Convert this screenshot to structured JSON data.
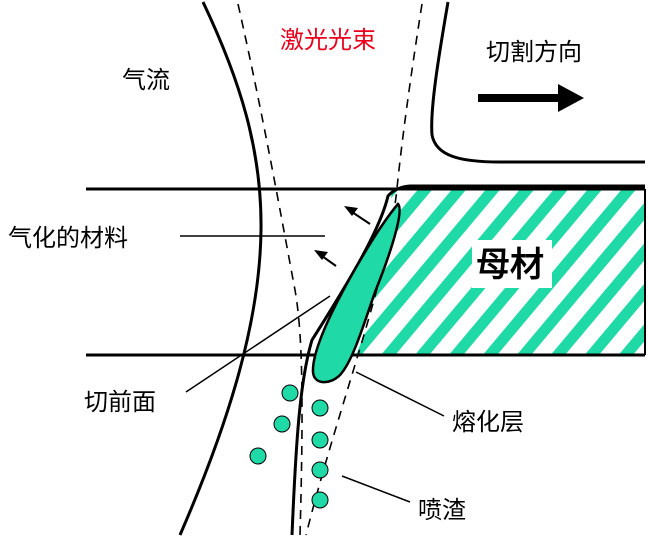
{
  "labels": {
    "laser_beam": "激光光束",
    "gas_flow": "气流",
    "cutting_direction": "切割方向",
    "vaporized_material": "气化的材料",
    "base_material": "母材",
    "cutting_front": "切前面",
    "molten_layer": "熔化层",
    "spatter": "喷渣"
  },
  "colors": {
    "laser_label": "#e8001c",
    "molten": "#1fd9a6",
    "stripe": "#1fd9a6",
    "line": "#000000"
  },
  "icons": {
    "direction_arrow": "arrow-right-icon",
    "vapor_arrows": "arrow-up-left-icon"
  },
  "spatter_droplets": 7
}
